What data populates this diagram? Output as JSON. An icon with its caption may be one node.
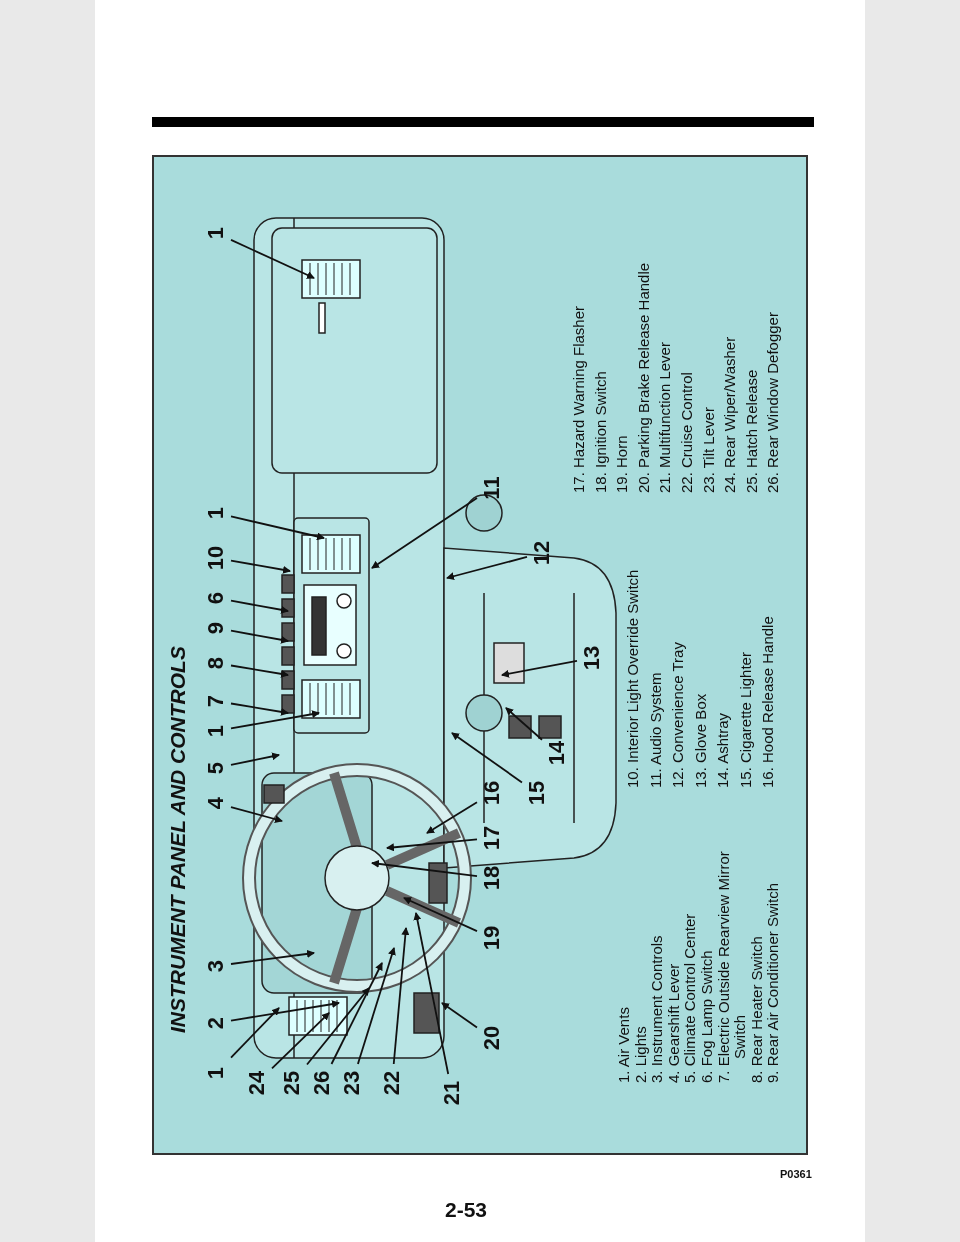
{
  "diagram": {
    "title": "INSTRUMENT PANEL AND CONTROLS",
    "nodes": [
      {
        "text": [
          "1"
        ]
      },
      {
        "text": [
          "2"
        ]
      },
      {
        "text": [
          "3"
        ]
      },
      {
        "text": [
          "4"
        ]
      },
      {
        "text": [
          "5"
        ]
      },
      {
        "text": [
          "1"
        ]
      },
      {
        "text": [
          "7"
        ]
      },
      {
        "text": [
          "8"
        ]
      },
      {
        "text": [
          "9"
        ]
      },
      {
        "text": [
          "6"
        ]
      },
      {
        "text": [
          "10"
        ]
      },
      {
        "text": [
          "1"
        ]
      },
      {
        "text": [
          "1"
        ]
      },
      {
        "text": [
          "24"
        ]
      },
      {
        "text": [
          "25"
        ]
      },
      {
        "text": [
          "26"
        ]
      },
      {
        "text": [
          "23"
        ]
      },
      {
        "text": [
          "22"
        ]
      },
      {
        "text": [
          "21"
        ]
      },
      {
        "text": [
          "20"
        ]
      },
      {
        "text": [
          "19"
        ]
      },
      {
        "text": [
          "18"
        ]
      },
      {
        "text": [
          "17"
        ]
      },
      {
        "text": [
          "16"
        ]
      },
      {
        "text": [
          "15"
        ]
      },
      {
        "text": [
          "14"
        ]
      },
      {
        "text": [
          "13"
        ]
      },
      {
        "text": [
          "12"
        ]
      },
      {
        "text": [
          "11"
        ]
      }
    ],
    "edges": [
      {
        "from": 0,
        "to": null,
        "arrow": "to"
      },
      {
        "from": 1,
        "to": null,
        "arrow": "to"
      },
      {
        "from": 2,
        "to": null,
        "arrow": "to"
      },
      {
        "from": 3,
        "to": null,
        "arrow": "to"
      },
      {
        "from": 4,
        "to": null,
        "arrow": "to"
      },
      {
        "from": 5,
        "to": null,
        "arrow": "to"
      },
      {
        "from": 6,
        "to": null,
        "arrow": "to"
      },
      {
        "from": 7,
        "to": null,
        "arrow": "to"
      },
      {
        "from": 8,
        "to": null,
        "arrow": "to"
      },
      {
        "from": 9,
        "to": null,
        "arrow": "to"
      },
      {
        "from": 10,
        "to": null,
        "arrow": "to"
      },
      {
        "from": 11,
        "to": null,
        "arrow": "to"
      },
      {
        "from": 12,
        "to": null,
        "arrow": "to"
      },
      {
        "from": 13,
        "to": null,
        "arrow": "to"
      },
      {
        "from": 14,
        "to": null,
        "arrow": "to"
      },
      {
        "from": 15,
        "to": null,
        "arrow": "to"
      },
      {
        "from": 16,
        "to": null,
        "arrow": "to"
      },
      {
        "from": 17,
        "to": null,
        "arrow": "to"
      },
      {
        "from": 18,
        "to": null,
        "arrow": "to"
      },
      {
        "from": 19,
        "to": null,
        "arrow": "to"
      },
      {
        "from": 20,
        "to": null,
        "arrow": "to"
      },
      {
        "from": 21,
        "to": null,
        "arrow": "to"
      },
      {
        "from": 22,
        "to": null,
        "arrow": "to"
      },
      {
        "from": 23,
        "to": null,
        "arrow": "to"
      },
      {
        "from": 24,
        "to": null,
        "arrow": "to"
      },
      {
        "from": 25,
        "to": null,
        "arrow": "to"
      },
      {
        "from": 26,
        "to": null,
        "arrow": "to"
      },
      {
        "from": 27,
        "to": null,
        "arrow": "to"
      },
      {
        "from": 28,
        "to": null,
        "arrow": "to"
      }
    ],
    "labels": [
      "1. Air Vents",
      "2. Lights",
      "3. Instrument Controls",
      "4. Gearshift Lever",
      "5. Climate Control Center",
      "6. Fog Lamp Switch",
      "7. Electric Outside Rearview Mirror Switch",
      "8. Rear Heater Switch",
      "9. Rear Air Conditioner Switch",
      "10. Interior Light Override Switch",
      "11. Audio System",
      "12. Convenience Tray",
      "13. Glove Box",
      "14. Ashtray",
      "15. Cigarette Lighter",
      "16. Hood Release Handle",
      "17. Hazard Warning Flasher",
      "18. Ignition Switch",
      "19. Horn",
      "20. Parking Brake Release Handle",
      "21. Multifunction Lever",
      "22. Cruise Control",
      "23. Tilt Lever",
      "24. Rear Wiper/Washer",
      "25. Hatch Release",
      "26. Rear Window Defogger",
      "P0361",
      "2-53"
    ]
  }
}
